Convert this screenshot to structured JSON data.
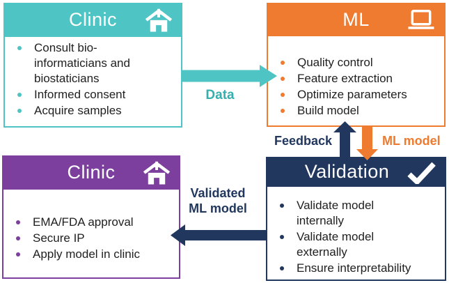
{
  "colors": {
    "teal": "#4EC4C4",
    "orange": "#EE7B30",
    "navy": "#21375D",
    "purple": "#7C3F9E",
    "body_text": "#1f1f1f",
    "data_label": "#35AEAE"
  },
  "boxes": {
    "clinic_top": {
      "title": "Clinic",
      "icon": "hospital-icon",
      "items": [
        "Consult bio-\ninformaticians and\nbiostaticians",
        "Informed consent",
        "Acquire samples"
      ]
    },
    "ml": {
      "title": "ML",
      "icon": "laptop-icon",
      "items": [
        "Quality control",
        "Feature extraction",
        "Optimize parameters",
        "Build model"
      ]
    },
    "validation": {
      "title": "Validation",
      "icon": "check-icon",
      "items": [
        "Validate model\ninternally",
        "Validate model\nexternally",
        "Ensure interpretability"
      ]
    },
    "clinic_bottom": {
      "title": "Clinic",
      "icon": "hospital-icon",
      "items": [
        "EMA/FDA approval",
        "Secure IP",
        "Apply model in clinic"
      ]
    }
  },
  "labels": {
    "data": "Data",
    "feedback": "Feedback",
    "ml_model": "ML model",
    "validated_ml_model": "Validated\nML model"
  }
}
